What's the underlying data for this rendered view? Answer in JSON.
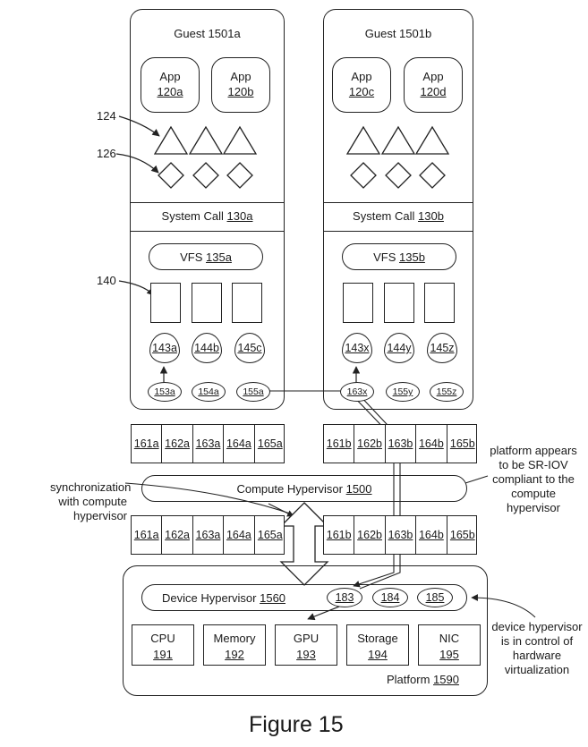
{
  "guests": [
    {
      "title": "Guest 1501a",
      "apps": [
        {
          "label": "App",
          "num": "120a"
        },
        {
          "label": "App",
          "num": "120b"
        }
      ],
      "syscall": {
        "label": "System Call",
        "num": "130a"
      },
      "vfs": {
        "label": "VFS",
        "num": "135a"
      },
      "drivers": [
        "143a",
        "144b",
        "145c"
      ],
      "ellipses": [
        "153a",
        "154a",
        "155a"
      ]
    },
    {
      "title": "Guest 1501b",
      "apps": [
        {
          "label": "App",
          "num": "120c"
        },
        {
          "label": "App",
          "num": "120d"
        }
      ],
      "syscall": {
        "label": "System Call",
        "num": "130b"
      },
      "vfs": {
        "label": "VFS",
        "num": "135b"
      },
      "drivers": [
        "143x",
        "144y",
        "145z"
      ],
      "ellipses": [
        "163x",
        "155y",
        "155z"
      ]
    }
  ],
  "callouts": {
    "c124": "124",
    "c126": "126",
    "c140": "140"
  },
  "rows": {
    "upper_left": [
      "161a",
      "162a",
      "163a",
      "164a",
      "165a"
    ],
    "upper_right": [
      "161b",
      "162b",
      "163b",
      "164b",
      "165b"
    ],
    "lower_left": [
      "161a",
      "162a",
      "163a",
      "164a",
      "165a"
    ],
    "lower_right": [
      "161b",
      "162b",
      "163b",
      "164b",
      "165b"
    ]
  },
  "compute_hypervisor": {
    "label": "Compute Hypervisor",
    "num": "1500"
  },
  "device_hypervisor": {
    "label": "Device Hypervisor",
    "num": "1560",
    "vfs": [
      "183",
      "184",
      "185"
    ]
  },
  "hardware": [
    {
      "label": "CPU",
      "num": "191"
    },
    {
      "label": "Memory",
      "num": "192"
    },
    {
      "label": "GPU",
      "num": "193"
    },
    {
      "label": "Storage",
      "num": "194"
    },
    {
      "label": "NIC",
      "num": "195"
    }
  ],
  "platform": {
    "label": "Platform",
    "num": "1590"
  },
  "annotations": {
    "sync": [
      "synchronization",
      "with compute",
      "hypervisor"
    ],
    "sriov": [
      "platform appears",
      "to be SR-IOV",
      "compliant to the",
      "compute",
      "hypervisor"
    ],
    "devhyp": [
      "device hypervisor",
      "is in control of",
      "hardware",
      "virtualization"
    ]
  },
  "figure_caption": "Figure 15"
}
